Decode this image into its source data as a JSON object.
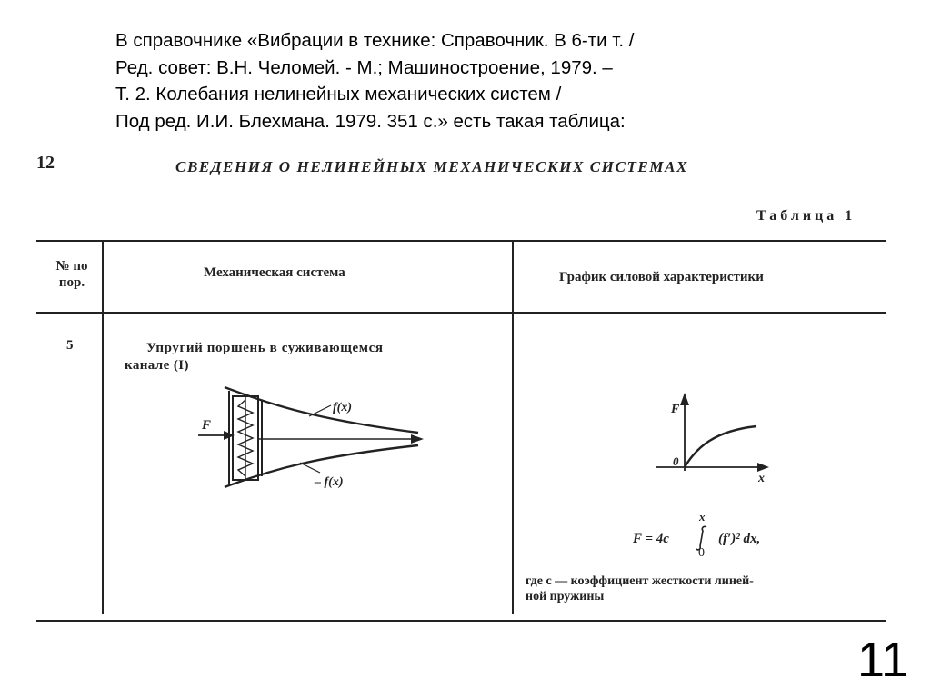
{
  "intro": {
    "lines": [
      "В справочнике «Вибрации в технике: Справочник. В 6-ти т. /",
      "Ред. совет: В.Н. Челомей. - М.; Машиностроение, 1979. –",
      "Т. 2. Колебания нелинейных механических систем /",
      "Под ред. И.И. Блехмана. 1979. 351 с.» есть такая таблица:"
    ]
  },
  "scan": {
    "page_number": "12",
    "heading": "СВЕДЕНИЯ О НЕЛИНЕЙНЫХ МЕХАНИЧЕСКИХ СИСТЕМАХ",
    "table_caption": "Таблица 1",
    "columns": {
      "number_line1": "№ по",
      "number_line2": "пор.",
      "system": "Механическая система",
      "graph": "График силовой характеристики"
    },
    "row": {
      "number": "5",
      "system_title_line1": "Упругий поршень в суживающемся",
      "system_title_line2": "канале (I)",
      "diagram_labels": {
        "force": "F",
        "upper_wall": "f(x)",
        "lower_wall": "– f(x)"
      },
      "graph_labels": {
        "y_axis": "F",
        "x_axis": "x",
        "origin": "0"
      },
      "formula": {
        "lhs": "F = 4c",
        "upper_limit": "x",
        "lower_limit": "0",
        "integrand": "(f′)² dx,"
      },
      "note_line1": "где c — коэффициент жесткости линей-",
      "note_line2": "ной пружины"
    }
  },
  "slide_number": "11"
}
